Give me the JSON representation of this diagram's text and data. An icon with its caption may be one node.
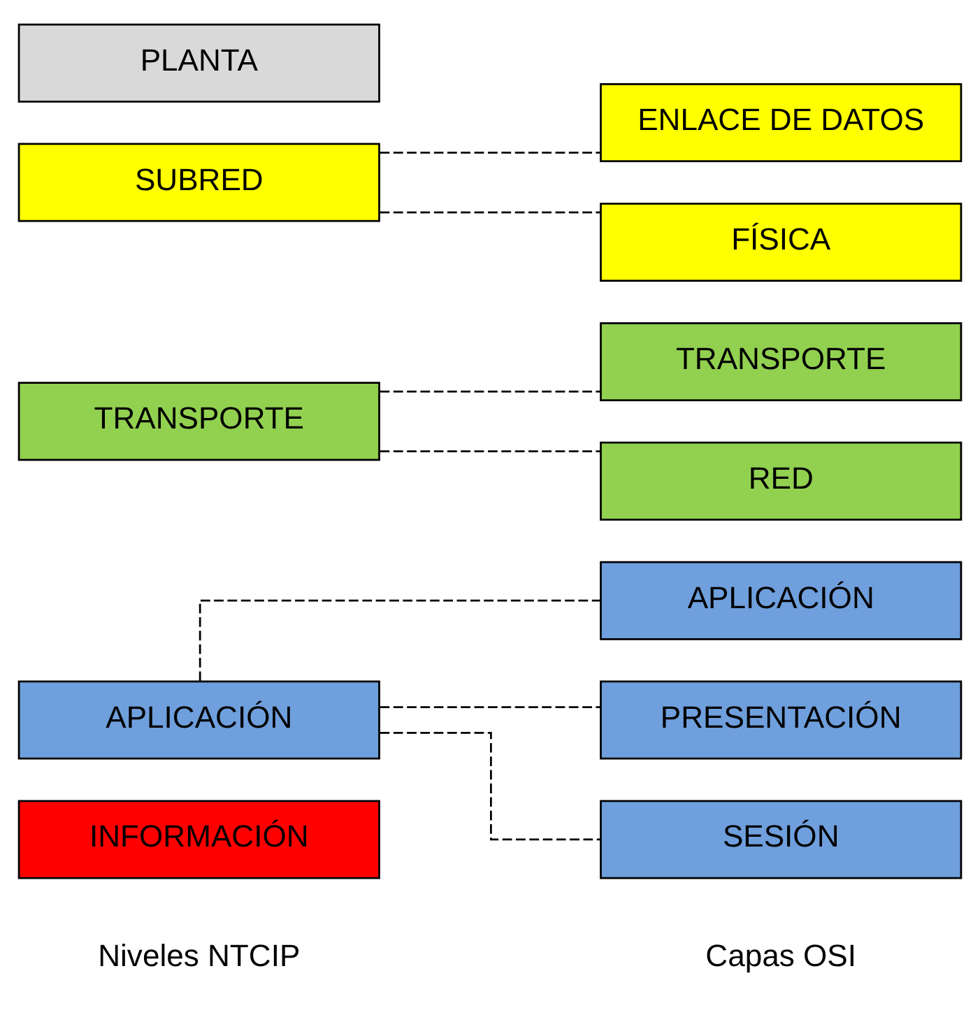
{
  "diagram": {
    "nodes": [
      {
        "text": [
          "INFORMACIÓN"
        ]
      },
      {
        "text": [
          "APLICACIÓN"
        ]
      },
      {
        "text": [
          "TRANSPORTE"
        ]
      },
      {
        "text": [
          "SUBRED"
        ]
      },
      {
        "text": [
          "PLANTA"
        ]
      },
      {
        "text": [
          "APLICACIÓN"
        ]
      },
      {
        "text": [
          "PRESENTACIÓN"
        ]
      },
      {
        "text": [
          "SESIÓN"
        ]
      },
      {
        "text": [
          "TRANSPORTE"
        ]
      },
      {
        "text": [
          "RED"
        ]
      },
      {
        "text": [
          "ENLACE DE DATOS"
        ]
      },
      {
        "text": [
          "FÍSICA"
        ]
      }
    ],
    "edges": [
      {
        "from": 1,
        "to": 5,
        "arrow": "none",
        "style": "dashed"
      },
      {
        "from": 1,
        "to": 6,
        "arrow": "none",
        "style": "dashed"
      },
      {
        "from": 1,
        "to": 7,
        "arrow": "none",
        "style": "dashed"
      },
      {
        "from": 2,
        "to": 8,
        "arrow": "none",
        "style": "dashed"
      },
      {
        "from": 2,
        "to": 9,
        "arrow": "none",
        "style": "dashed"
      },
      {
        "from": 3,
        "to": 10,
        "arrow": "none",
        "style": "dashed"
      },
      {
        "from": 3,
        "to": 11,
        "arrow": "none",
        "style": "dashed"
      }
    ],
    "labels": [
      "Niveles NTCIP",
      "Capas OSI"
    ]
  }
}
